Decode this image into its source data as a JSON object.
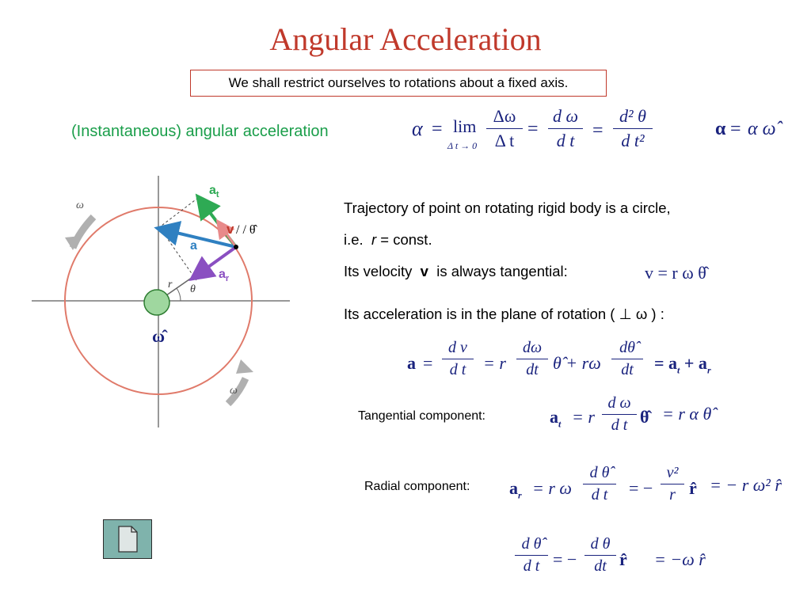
{
  "title": "Angular Acceleration",
  "note": "We shall restrict ourselves to rotations about a fixed axis.",
  "instantaneous_label": "(Instantaneous)  angular acceleration",
  "eq_alpha": {
    "alpha": "α",
    "eq": "=",
    "lim": "lim",
    "lim_sub": "Δ t → 0",
    "num1": "Δω",
    "den1": "Δ t",
    "num2": "d ω",
    "den2": "d t",
    "num3": "d² θ",
    "den3": "d t²",
    "vec_lhs": "α",
    "vec_rhs": "α ω̂"
  },
  "diagram": {
    "omega_top": "ω",
    "omega_bottom": "ω",
    "label_at": "a",
    "label_at_sub": "t",
    "label_v": "v",
    "label_v_rest": " / / θ̂",
    "label_a": "a",
    "label_ar": "a",
    "label_ar_sub": "r",
    "label_r": "r",
    "label_theta": "θ",
    "omega_hat": "ω̂"
  },
  "text": {
    "trajectory": "Trajectory of point on rotating rigid body is a circle,",
    "ie": "i.e.",
    "r_var": "r",
    "const": "= const.",
    "velocity": "Its velocity",
    "v_bold": "v",
    "velocity_rest": "is always tangential:",
    "acceleration": "Its acceleration is in the plane of rotation ( ⊥ ω ) :",
    "tangential": "Tangential component:",
    "radial": "Radial component:"
  },
  "eq_v": "v = r ω θ̂",
  "eq_a": {
    "a": "a",
    "eq1": "=",
    "num1": "d v",
    "den1": "d t",
    "eq2": "= r",
    "num2": "dω",
    "den2": "dt",
    "mid": "θ̂ + rω",
    "num3": "dθ̂",
    "den3": "dt",
    "rhs": "= a",
    "sub_t": "t",
    "plus": " + a",
    "sub_r": "r"
  },
  "eq_tan": {
    "lhs": "a",
    "sub": "t",
    "eq": "= r",
    "num": "d ω",
    "den": "d t",
    "after": "θ̂",
    "rhs": "= r α θ̂"
  },
  "eq_rad": {
    "lhs": "a",
    "sub": "r",
    "eq": "= r ω",
    "num": "d θ̂",
    "den": "d t",
    "eq2": "= −",
    "num2": "v²",
    "den2": "r",
    "after2": "r̂",
    "rhs": "= − r ω² r̂"
  },
  "eq_dtheta": {
    "num": "d θ̂",
    "den": "d t",
    "eq": "= −",
    "num2": "d θ",
    "den2": "dt",
    "after": "r̂",
    "rhs": "= −ω r̂"
  },
  "icon": "document-icon"
}
